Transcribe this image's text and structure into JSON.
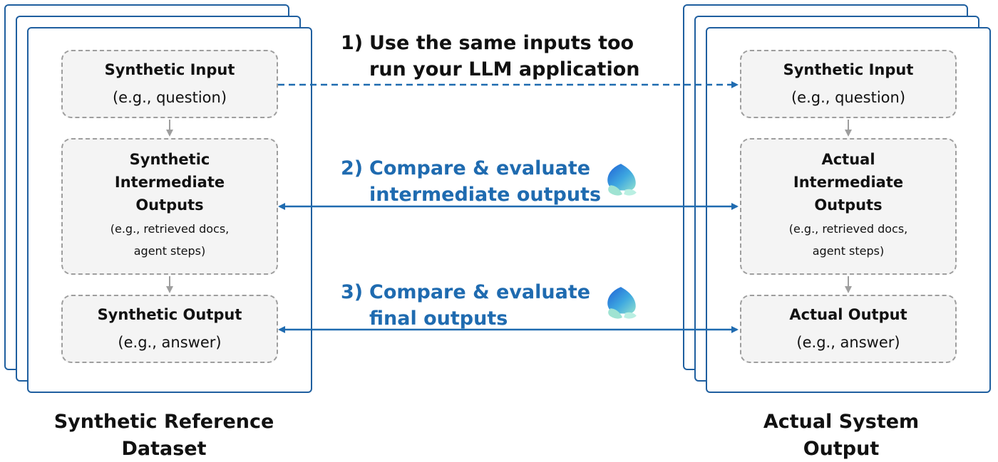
{
  "left_stack": {
    "caption_line1": "Synthetic Reference",
    "caption_line2": "Dataset",
    "input": {
      "title": "Synthetic Input",
      "sub": "(e.g., question)"
    },
    "intermediate": {
      "title_line1": "Synthetic",
      "title_line2": "Intermediate",
      "title_line3": "Outputs",
      "sub_line1": "(e.g., retrieved docs,",
      "sub_line2": "agent steps)"
    },
    "output": {
      "title": "Synthetic Output",
      "sub": "(e.g., answer)"
    }
  },
  "right_stack": {
    "caption_line1": "Actual System",
    "caption_line2": "Output",
    "input": {
      "title": "Synthetic Input",
      "sub": "(e.g., question)"
    },
    "intermediate": {
      "title_line1": "Actual",
      "title_line2": "Intermediate",
      "title_line3": "Outputs",
      "sub_line1": "(e.g., retrieved docs,",
      "sub_line2": "agent steps)"
    },
    "output": {
      "title": "Actual Output",
      "sub": "(e.g., answer)"
    }
  },
  "steps": [
    {
      "num": "1)",
      "line1": "Use the same inputs too",
      "line2": "run your LLM application",
      "color": "#111111"
    },
    {
      "num": "2)",
      "line1": "Compare & evaluate",
      "line2": "intermediate outputs",
      "color": "#1f6bb0"
    },
    {
      "num": "3)",
      "line1": "Compare & evaluate",
      "line2": "final outputs",
      "color": "#1f6bb0"
    }
  ],
  "icons": [
    "evaluator-logo-icon"
  ],
  "colors": {
    "accent": "#1f6bb0",
    "card_border": "#1f5f9f",
    "dashed": "#9e9e9e",
    "box_fill": "#f4f4f4"
  }
}
